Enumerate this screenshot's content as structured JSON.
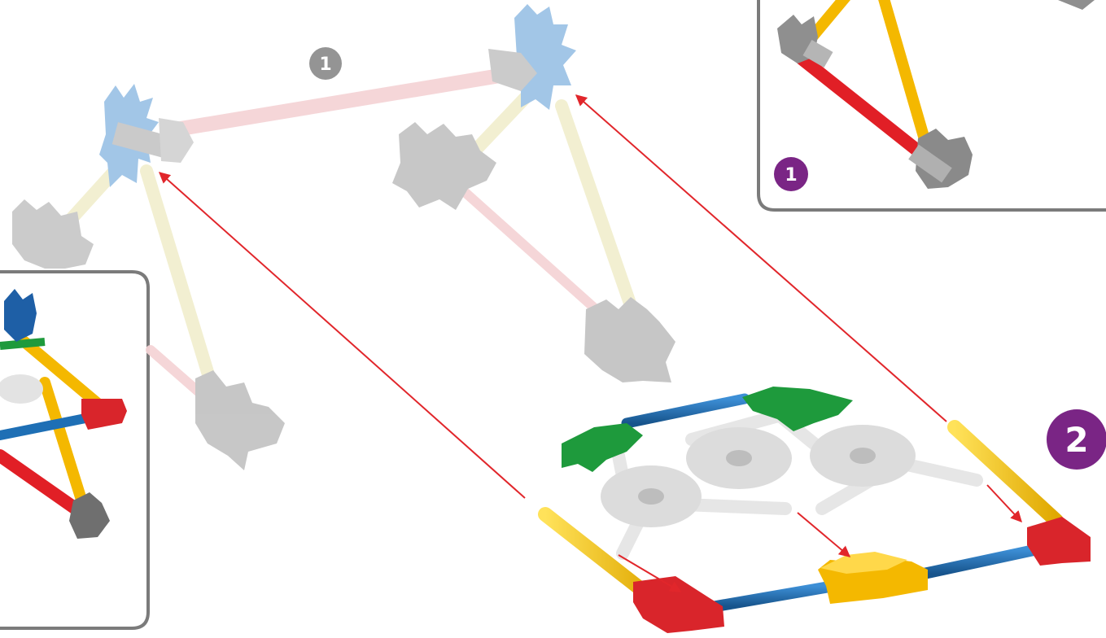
{
  "steps": {
    "main_step_number": "2",
    "inset_top_right_step": "1",
    "ghost_step": "1"
  },
  "colors": {
    "step_badge": "#7a2585",
    "ghost_badge": "#8f8f8f",
    "arrow": "#e1262b",
    "rod_red": "#e11f26",
    "rod_yellow": "#f8c91d",
    "rod_blue": "#1e6fb5",
    "connector_red": "#d9252b",
    "connector_green": "#1e9a3c",
    "connector_yellow": "#f4b800",
    "connector_grey": "#b9b9b9",
    "connector_light_blue": "#9ec3e6",
    "ghost_rod": "#f2efcf",
    "ghost_rod_pink": "#f5d4d6",
    "inset_border": "#7b7b7b"
  },
  "icons": {
    "arrow_head": "arrow-icon",
    "gear_connector": "gear-connector-icon"
  }
}
